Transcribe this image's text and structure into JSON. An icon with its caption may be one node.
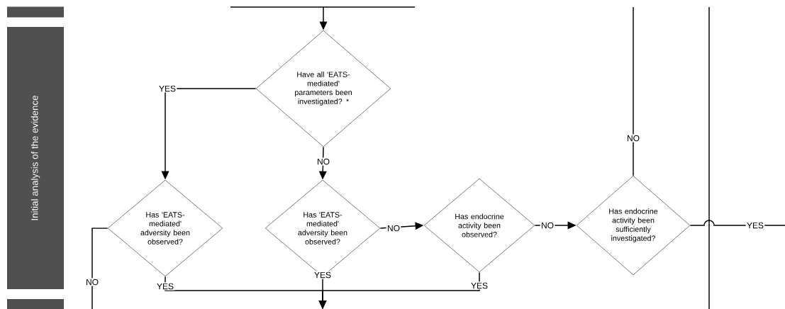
{
  "diagram": {
    "nodes": [
      {
        "text": [],
        "shape": "bar"
      },
      {
        "text": [
          "Initial analysis of the evidence"
        ]
      },
      {
        "text": [
          "Have all 'EATS-mediated' parameters been investigated? *"
        ]
      },
      {
        "text": [
          "Has 'EATS-mediated' adversity been observed?"
        ]
      },
      {
        "text": [
          "Has 'EATS-mediated' adversity been observed?"
        ]
      },
      {
        "text": [
          "Has endocrine activity been observed?"
        ]
      },
      {
        "text": [
          "Has endocrine activity been sufficiently investigated?"
        ]
      },
      {
        "text": [],
        "shape": "bar"
      }
    ],
    "edges": [
      {
        "from": null,
        "to": 2,
        "arrow": "to"
      },
      {
        "from": 2,
        "to": 3,
        "arrow": "to",
        "label": "YES"
      },
      {
        "from": 2,
        "to": 4,
        "arrow": "to",
        "label": "NO"
      },
      {
        "from": 4,
        "to": 5,
        "arrow": "to",
        "label": "NO"
      },
      {
        "from": 5,
        "to": 6,
        "arrow": "to",
        "label": "NO"
      },
      {
        "from": 6,
        "to": null,
        "arrow": "none",
        "label": "NO"
      },
      {
        "from": 6,
        "to": null,
        "arrow": "none",
        "label": "YES"
      },
      {
        "from": 3,
        "to": null,
        "arrow": "none",
        "label": "NO"
      },
      {
        "from": 3,
        "to": null,
        "arrow": "to",
        "label": "YES"
      },
      {
        "from": 4,
        "to": null,
        "arrow": "to",
        "label": "YES"
      },
      {
        "from": 5,
        "to": null,
        "arrow": "to",
        "label": "YES"
      }
    ]
  }
}
